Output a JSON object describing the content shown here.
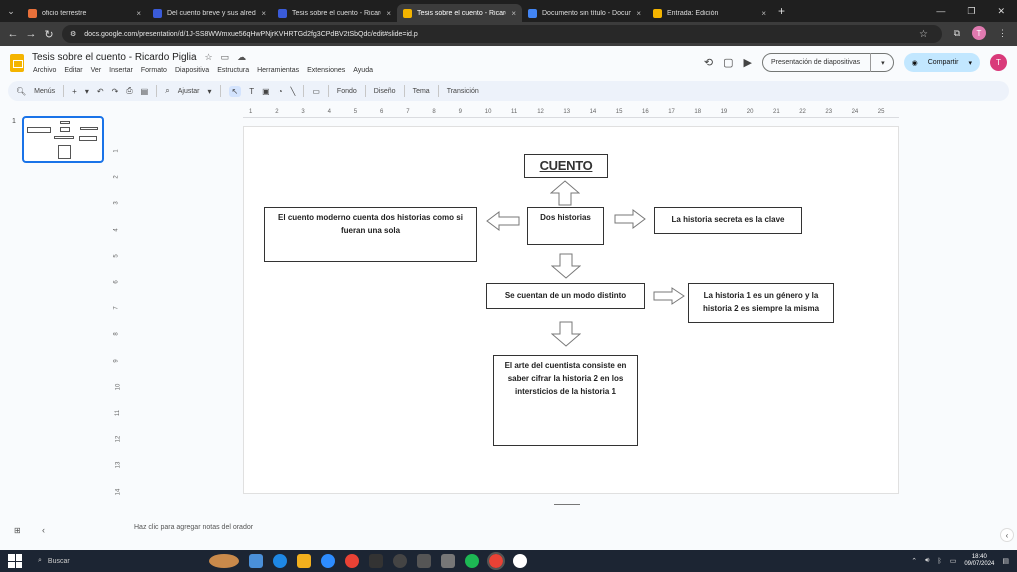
{
  "browser": {
    "tabs": [
      {
        "title": "oficio terrestre",
        "color": "#e8703a",
        "active": false
      },
      {
        "title": "Del cuento breve y sus alrededo",
        "color": "#3a5bd9",
        "active": false
      },
      {
        "title": "Tesis sobre el cuento - Ricardo",
        "color": "#3a5bd9",
        "active": false
      },
      {
        "title": "Tesis sobre el cuento - Ricardo",
        "color": "#f4b400",
        "active": true
      },
      {
        "title": "Documento sin título - Docume",
        "color": "#4285f4",
        "active": false
      },
      {
        "title": "Entrada: Edición",
        "color": "#f4b400",
        "active": false
      }
    ],
    "url": "docs.google.com/presentation/d/1J-SS8WWmxue56qHwPNjrKVHRTGd2fg3CPdBV2tSbQdc/edit#slide=id.p",
    "profile_initial": "T"
  },
  "docs": {
    "title": "Tesis sobre el cuento - Ricardo Piglia",
    "menu": [
      "Archivo",
      "Editar",
      "Ver",
      "Insertar",
      "Formato",
      "Diapositiva",
      "Estructura",
      "Herramientas",
      "Extensiones",
      "Ayuda"
    ],
    "present_label": "Presentación de diapositivas",
    "share_label": "Compartir",
    "avatar_initial": "T"
  },
  "toolbar": {
    "menus_label": "Menús",
    "zoom_label": "Ajustar",
    "background_label": "Fondo",
    "layout_label": "Diseño",
    "theme_label": "Tema",
    "transition_label": "Transición"
  },
  "filmstrip": {
    "slide_number": "1"
  },
  "ruler": {
    "top_ticks": [
      "1",
      "2",
      "3",
      "4",
      "5",
      "6",
      "7",
      "8",
      "9",
      "10",
      "11",
      "12",
      "13",
      "14",
      "15",
      "16",
      "17",
      "18",
      "19",
      "20",
      "21",
      "22",
      "23",
      "24",
      "25"
    ],
    "left_ticks": [
      "1",
      "2",
      "3",
      "4",
      "5",
      "6",
      "7",
      "8",
      "9",
      "10",
      "11",
      "12",
      "13",
      "14"
    ]
  },
  "slide": {
    "title": "CUENTO",
    "center": "Dos historias",
    "left": "El cuento moderno cuenta dos historias como si fueran una sola",
    "right": "La historia secreta es la clave",
    "middle": "Se cuentan de un modo distinto",
    "middle_right": "La historia 1 es un género y la historia 2 es siempre la misma",
    "bottom": "El arte del cuentista consiste en saber cifrar la historia 2 en los intersticios de la historia 1"
  },
  "notes": {
    "placeholder": "Haz clic para agregar notas del orador"
  },
  "taskbar": {
    "search_label": "Buscar",
    "time": "18:40",
    "date": "09/07/2024"
  }
}
